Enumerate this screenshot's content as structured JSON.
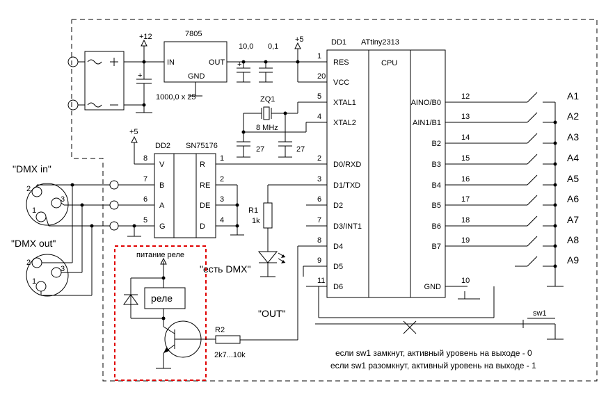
{
  "power": {
    "plus12": "+12",
    "plus5_top": "+5",
    "plus5_mid": "+5",
    "reg_name": "7805",
    "reg_in": "IN",
    "reg_out": "OUT",
    "reg_gnd": "GND",
    "cap_bulk": "1000,0 x 25",
    "cap_10": "10,0",
    "cap_01": "0,1"
  },
  "crystal": {
    "name": "ZQ1",
    "freq": "8 MHz",
    "c1": "27",
    "c2": "27"
  },
  "mcu": {
    "ref": "DD1",
    "part": "ATtiny2313",
    "cpu": "CPU",
    "left_pins": [
      {
        "num": "1",
        "name": "RES"
      },
      {
        "num": "20",
        "name": "VCC"
      },
      {
        "num": "5",
        "name": "XTAL1"
      },
      {
        "num": "4",
        "name": "XTAL2"
      },
      {
        "num": "2",
        "name": "D0/RXD"
      },
      {
        "num": "3",
        "name": "D1/TXD"
      },
      {
        "num": "6",
        "name": "D2"
      },
      {
        "num": "7",
        "name": "D3/INT1"
      },
      {
        "num": "8",
        "name": "D4"
      },
      {
        "num": "9",
        "name": "D5"
      },
      {
        "num": "11",
        "name": "D6"
      }
    ],
    "right_pins": [
      {
        "num": "12",
        "name": "AINO/B0"
      },
      {
        "num": "13",
        "name": "AIN1/B1"
      },
      {
        "num": "14",
        "name": "B2"
      },
      {
        "num": "15",
        "name": "B3"
      },
      {
        "num": "16",
        "name": "B4"
      },
      {
        "num": "17",
        "name": "B5"
      },
      {
        "num": "18",
        "name": "B6"
      },
      {
        "num": "19",
        "name": "B7"
      },
      {
        "num": "10",
        "name": "GND"
      }
    ]
  },
  "driver": {
    "ref": "DD2",
    "part": "SN75176",
    "left_pins": [
      {
        "num": "8",
        "name": "V"
      },
      {
        "num": "7",
        "name": "B"
      },
      {
        "num": "6",
        "name": "A"
      },
      {
        "num": "5",
        "name": "G"
      }
    ],
    "right_pins": [
      {
        "num": "1",
        "name": "R"
      },
      {
        "num": "2",
        "name": "RE"
      },
      {
        "num": "3",
        "name": "DE"
      },
      {
        "num": "4",
        "name": "D"
      }
    ]
  },
  "connectors": {
    "dmx_in": "\"DMX in\"",
    "dmx_out": "\"DMX out\"",
    "pin1": "1",
    "pin2": "2",
    "pin3": "3"
  },
  "led": {
    "ref": "R1",
    "value": "1k",
    "label": "\"есть DMX\""
  },
  "relay": {
    "supply": "питание реле",
    "coil": "реле"
  },
  "output": {
    "label": "\"OUT\"",
    "r2": "R2",
    "r2_value": "2k7...10k"
  },
  "address": {
    "switches": [
      "A1",
      "A2",
      "A3",
      "A4",
      "A5",
      "A6",
      "A7",
      "A8",
      "A9"
    ],
    "sw1": "sw1"
  },
  "notes": [
    "если sw1 замкнут, активный уровень на выходе - 0",
    "если sw1 разомкнут, активный уровень на выходе - 1"
  ],
  "colors": {
    "relay_box": "#e00000",
    "cross": "#e00000"
  }
}
